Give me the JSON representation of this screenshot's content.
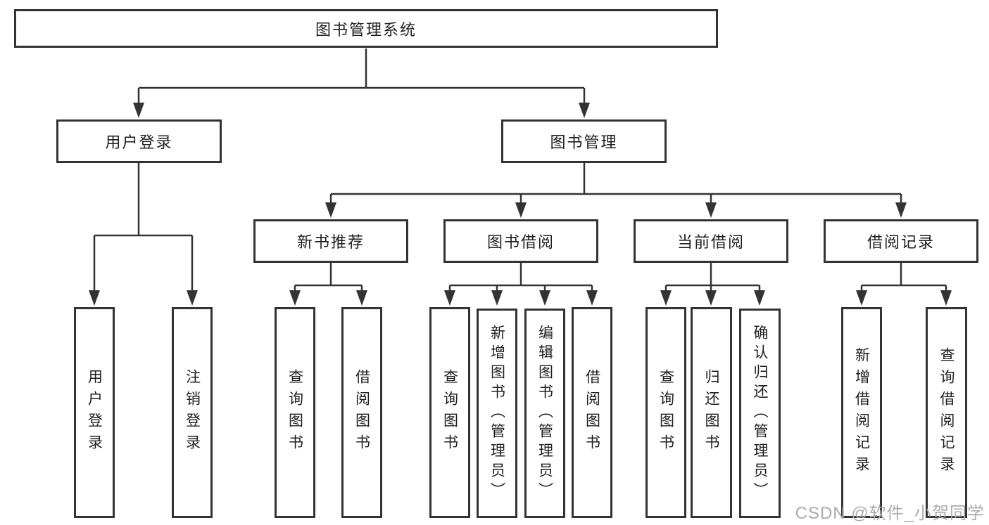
{
  "colors": {
    "line": "#333333",
    "text": "#1f1f1f",
    "background": "#ffffff",
    "watermark": "#a7acb4"
  },
  "tree": {
    "root": "图书管理系统",
    "branches": [
      {
        "label": "用户登录",
        "children": [
          "用户登录",
          "注销登录"
        ]
      },
      {
        "label": "图书管理",
        "groups": [
          {
            "label": "新书推荐",
            "children": [
              "查询图书",
              "借阅图书"
            ]
          },
          {
            "label": "图书借阅",
            "children": [
              "查询图书",
              "新增图书（管理员）",
              "编辑图书（管理员）",
              "借阅图书"
            ]
          },
          {
            "label": "当前借阅",
            "children": [
              "查询图书",
              "归还图书",
              "确认归还（管理员）"
            ]
          },
          {
            "label": "借阅记录",
            "children": [
              "新增借阅记录",
              "查询借阅记录"
            ]
          }
        ]
      }
    ]
  },
  "watermark": "CSDN @软件_小贺同学"
}
